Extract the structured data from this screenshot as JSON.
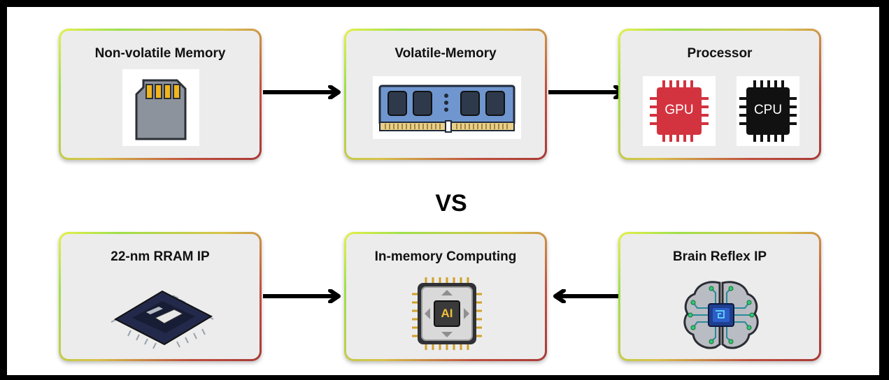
{
  "top_row": {
    "nonvolatile": {
      "title": "Non-volatile Memory"
    },
    "volatile": {
      "title": "Volatile-Memory"
    },
    "processor": {
      "title": "Processor",
      "gpu_label": "GPU",
      "cpu_label": "CPU"
    }
  },
  "divider_label": "VS",
  "bottom_row": {
    "rram": {
      "title": "22-nm RRAM IP"
    },
    "inmemory": {
      "title": "In-memory Computing",
      "chip_label": "AI"
    },
    "brain": {
      "title": "Brain Reflex IP"
    }
  },
  "colors": {
    "card_bg": "#ececec",
    "border_green": "#9fe04a",
    "border_red": "#a83a36",
    "gpu_red": "#d3333f",
    "cpu_black": "#111111",
    "ram_blue": "#6f96cf"
  },
  "icons": [
    "sd-card-icon",
    "ram-module-icon",
    "gpu-chip-icon",
    "cpu-chip-icon",
    "microchip-icon",
    "ai-chip-icon",
    "brain-circuit-icon"
  ]
}
